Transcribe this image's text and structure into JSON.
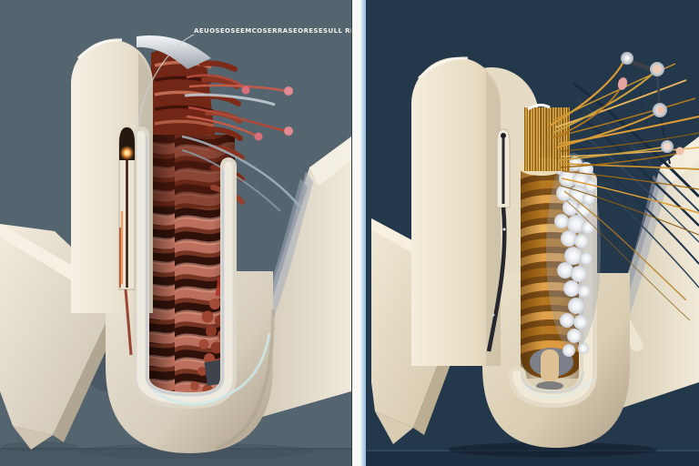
{
  "annotation": {
    "text": "AEUOSEOSEEMCOSERRASEORESESULL RD",
    "color": "#f2f1ea"
  },
  "panels": {
    "left": {
      "background": "#54656f",
      "ground": "#4a5a64",
      "alt": "Cutaway cream device with layered red tissue, red-tipped filaments and glowing orange element",
      "accent_colors": {
        "tissue": "#bb6f5c",
        "tissue_dark": "#6e2414",
        "filament_dot_pink": "#e28a93",
        "glow_orange": "#ff9a3c",
        "silver": "#c9ced6"
      }
    },
    "right": {
      "background": "#24384c",
      "ground": "#1d2f42",
      "alt": "Cutaway cream device with golden coil stack, white foam spheres and gold fibers ending in pin heads",
      "accent_colors": {
        "coil_gold": "#e1a24b",
        "coil_dark": "#b5771f",
        "bubble_white": "#edeff2",
        "fiber_gold": "#d99b36",
        "pin_head_silver": "#e9e7e3",
        "pin_head_peach": "#eec3ae"
      }
    }
  },
  "divider": {
    "edge": "#2f3c44",
    "white_bar": "#fbf9f5",
    "blue_line": "#9fc5e2"
  },
  "structure_colors": {
    "cream_light": "#f5f0e4",
    "cream_dark": "#b2a893",
    "window_base": "#2b0f08"
  }
}
